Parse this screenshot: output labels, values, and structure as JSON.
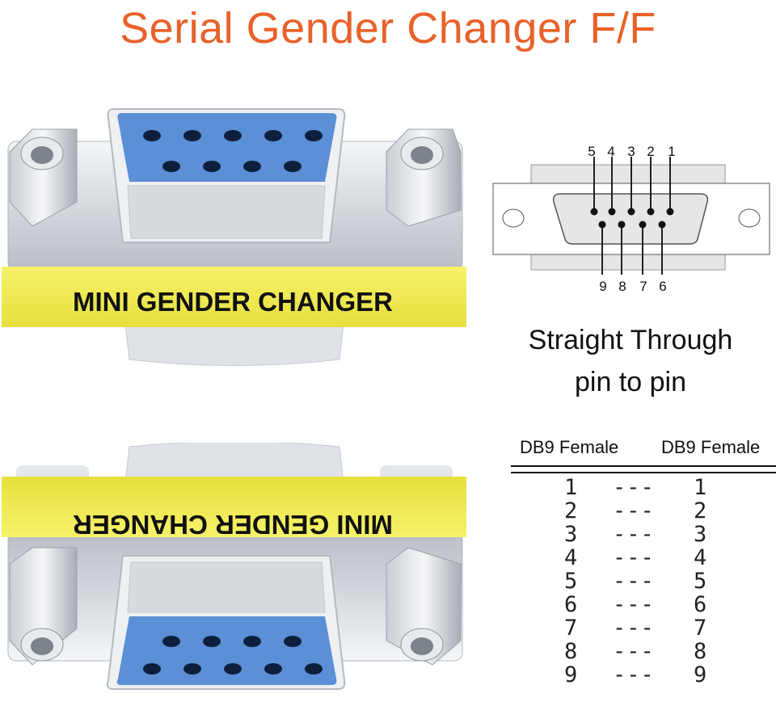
{
  "title": "Serial Gender Changer F/F",
  "adapter_label": "MINI GENDER CHANGER",
  "pin_diagram": {
    "top_pins": [
      "5",
      "4",
      "3",
      "2",
      "1"
    ],
    "bottom_pins": [
      "9",
      "8",
      "7",
      "6"
    ]
  },
  "caption": {
    "line1": "Straight Through",
    "line2": "pin to pin"
  },
  "table": {
    "left_header": "DB9 Female",
    "right_header": "DB9 Female",
    "rows": [
      {
        "left": "1",
        "dash": "---",
        "right": "1"
      },
      {
        "left": "2",
        "dash": "---",
        "right": "2"
      },
      {
        "left": "3",
        "dash": "---",
        "right": "3"
      },
      {
        "left": "4",
        "dash": "---",
        "right": "4"
      },
      {
        "left": "5",
        "dash": "---",
        "right": "5"
      },
      {
        "left": "6",
        "dash": "---",
        "right": "6"
      },
      {
        "left": "7",
        "dash": "---",
        "right": "7"
      },
      {
        "left": "8",
        "dash": "---",
        "right": "8"
      },
      {
        "left": "9",
        "dash": "---",
        "right": "9"
      }
    ]
  },
  "colors": {
    "title": "#e8622a",
    "band": "#f3ee5a",
    "port_blue": "#5b8fd6",
    "metal": "#d9dde2"
  }
}
